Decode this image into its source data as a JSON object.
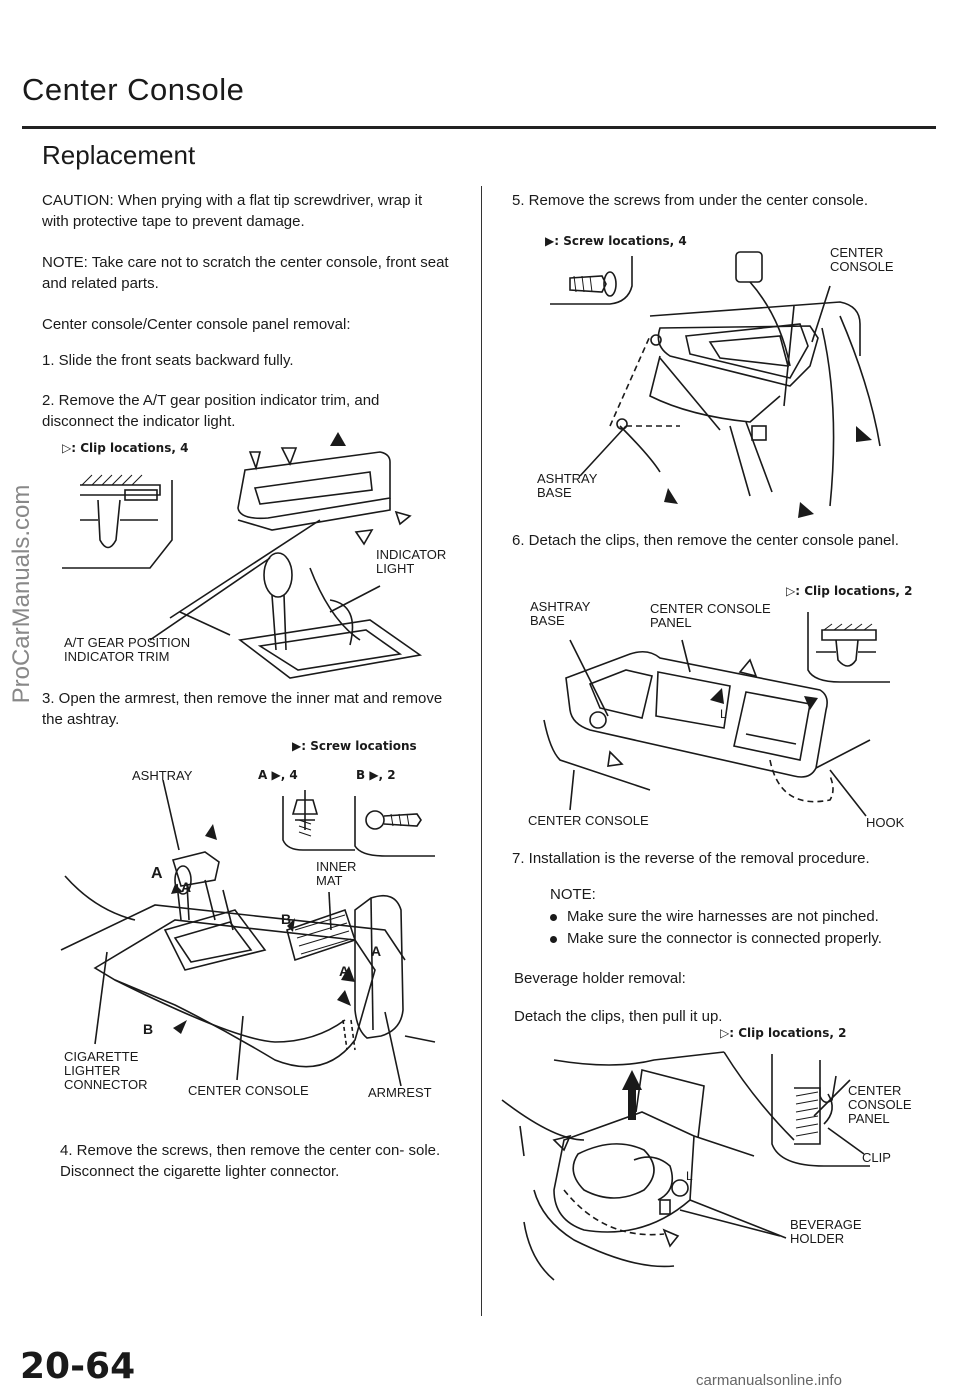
{
  "header": {
    "title": "Center Console",
    "subtitle": "Replacement"
  },
  "left": {
    "caution": "CAUTION: When prying with a flat tip screwdriver, wrap it with protective tape to prevent damage.",
    "note": "NOTE: Take care not to scratch the center console, front seat and related parts.",
    "removal_heading": "Center console/Center console panel removal:",
    "step1": "1. Slide the front seats backward fully.",
    "step2": "2. Remove the A/T gear position indicator trim, and disconnect the indicator light.",
    "fig1": {
      "clip_locations": "▷: Clip locations, 4",
      "indicator_light": "INDICATOR LIGHT",
      "trim": "A/T GEAR POSITION INDICATOR TRIM"
    },
    "step3": "3. Open the armrest, then remove the inner mat and remove the ashtray.",
    "fig2": {
      "screw_locations": "▶: Screw locations",
      "screw_a": "A ▶, 4",
      "screw_b": "B ▶, 2",
      "ashtray": "ASHTRAY",
      "inner_mat": "INNER MAT",
      "cigarette": "CIGARETTE LIGHTER CONNECTOR",
      "center_console": "CENTER CONSOLE",
      "armrest": "ARMREST"
    },
    "step4": "4. Remove the screws, then remove the center con- sole. Disconnect the cigarette lighter connector."
  },
  "right": {
    "step5": "5. Remove the screws from under the center console.",
    "fig3": {
      "screw_locations": "▶: Screw locations, 4",
      "center_console": "CENTER CONSOLE",
      "ashtray_base": "ASHTRAY BASE"
    },
    "step6": "6. Detach the clips, then remove the center console panel.",
    "fig4": {
      "clip_locations": "▷: Clip locations, 2",
      "ashtray_base": "ASHTRAY BASE",
      "panel": "CENTER CONSOLE PANEL",
      "center_console": "CENTER CONSOLE",
      "hook": "HOOK"
    },
    "step7": "7. Installation is the reverse of the removal procedure.",
    "note_label": "NOTE:",
    "note_items": [
      "Make sure the wire harnesses are not pinched.",
      "Make sure the connector is connected properly."
    ],
    "beverage_heading": "Beverage holder removal:",
    "beverage_text": "Detach the clips, then pull it up.",
    "fig5": {
      "clip_locations": "▷: Clip locations, 2",
      "panel": "CENTER CONSOLE PANEL",
      "clip": "CLIP",
      "holder": "BEVERAGE HOLDER"
    }
  },
  "footer": {
    "page_number": "20-64",
    "site": "carmanualsonline.info",
    "watermark": "ProCarManuals.com"
  }
}
